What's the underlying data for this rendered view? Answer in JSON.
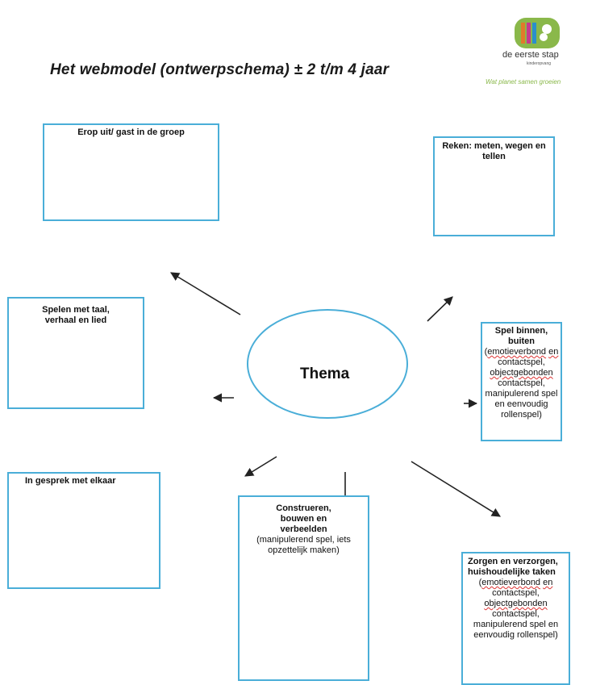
{
  "header": {
    "title": "Het webmodel (ontwerpschema)  ± 2 t/m 4 jaar"
  },
  "logo": {
    "name": "de eerste stap",
    "sub": "kinderopvang",
    "slogan": "Wat planet samen groeien"
  },
  "center": {
    "label": "Thema"
  },
  "boxes": {
    "erop_uit": {
      "title": "Erop uit/ gast in de groep"
    },
    "reken": {
      "title": "Reken: meten, wegen en tellen"
    },
    "spelen_taal": {
      "title": "Spelen met taal, verhaal en lied"
    },
    "spel_binnen": {
      "title": "Spel binnen, buiten",
      "open": "(",
      "emotie1": "emotieverbond",
      "en1": "en",
      "contact1": " contactspel,",
      "object1": "objectgebonden",
      "rest": "contactspel, manipulerend spel en eenvoudig rollenspel)"
    },
    "gesprek": {
      "title": "In gesprek met elkaar"
    },
    "construeren": {
      "title": "Construeren, bouwen en verbeelden",
      "sub": "(manipulerend spel, iets opzettelijk maken)"
    },
    "zorgen": {
      "title": "Zorgen en verzorgen, huishoudelijke taken",
      "open": "(",
      "emotie1": "emotieverbond",
      "en1": "en",
      "contact1": " contactspel,",
      "object1": "objectgebonden",
      "rest": "contactspel, manipulerend spel en eenvoudig rollenspel)"
    }
  },
  "colors": {
    "box_border": "#4aaed8",
    "arrow": "#222222",
    "spellcheck_underline": "#d33333",
    "slogan": "#8ab84a"
  }
}
